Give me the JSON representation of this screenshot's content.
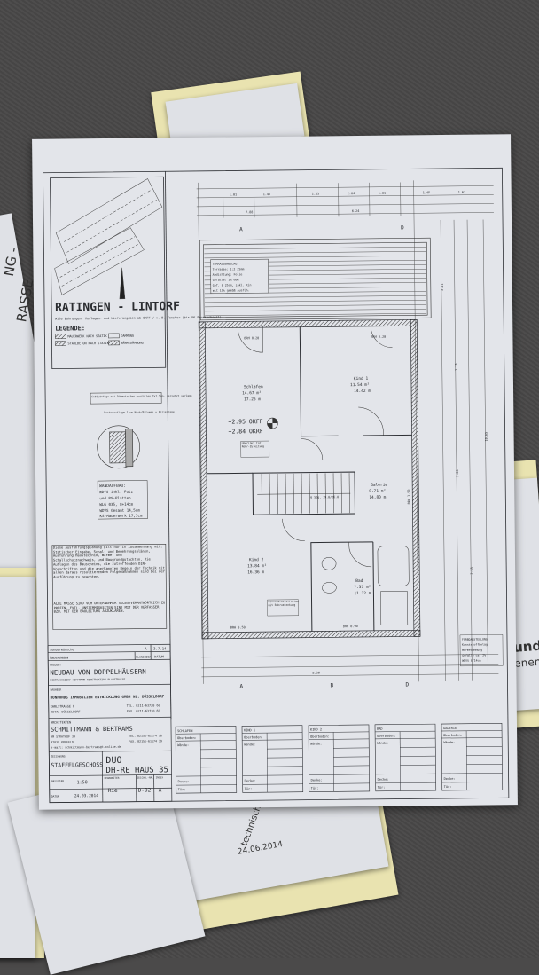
{
  "background_sheets": {
    "left_text": "NG -",
    "left_text2": "RASSE",
    "right_text": "unde",
    "right_text2": "enent",
    "bottom_text": "technische",
    "bottom_date": "24.06.2014"
  },
  "site_map": {
    "town": "RATINGEN - LINTORF",
    "note": "Alle Bohrungen, Vorlagen- und Lieferangaben ab OKFF / v. B. Fenster (bis OK Fensterbrett)",
    "legend_title": "LEGENDE:",
    "legend": [
      "MAUERWERK NACH STATIK",
      "STAHLBETON NACH STATIK",
      "DÄMMUNG",
      "WÄRMEDÄMMUNG"
    ]
  },
  "details": {
    "note_box": "Gebäudefuge mit Dämmstoffen ausfüllen 2x1,5cm, versetzt verlegt",
    "detail_label": "Deckenauflage 1 cm Kork/Bitumen + Folienlage",
    "wall_title": "WANDAUFBAU:",
    "wall_lines": [
      "WDVS inkl. Putz",
      "und PS-Platten",
      "WLG 035, 8+14cm",
      "WDVS Gesamt 14,5cm",
      "KS-Mauerwerk 17,5cm"
    ]
  },
  "notes": {
    "main": "Diese Ausführungsplanung gilt nur in Zusammenhang mit: Statischer Eingabe, Schal- und Bewehrungsplänen, Ausführung Haustechnik, Wärme- und Schallschutznachweis, und Baugrundgutachten. Die Auflagen des Bauscheins, die zutreffenden DIN-Vorschriften und die anerkannten Regeln der Technik mit allen daraus resultierenden Folgemaßnahmen sind bei der Ausführung zu beachten.",
    "disclaimer": "ALLE MASSE SIND VOM UNTERNEHMER SELBSTVERANTWORTLICH ZU PRÜFEN. EVTL. UNSTIMMIGKEITEN SIND MIT DER VERFASSER BZW. MIT DER BAULEITUNG ABZUKLÄREN."
  },
  "title_block": {
    "revision_row": "Sonderwünsche",
    "revision_index": "A",
    "revision_date": "3.7.14",
    "change_header": "ÄNDERUNGEN",
    "planindex_header": "PLANINDEX",
    "date_header": "DATUM",
    "project_label": "PROJEKT",
    "project": "NEUBAU VON DOPPELHÄUSERN",
    "project_sub": "DIETRICHSDORF-HOFFMANN-KONSTRUKTION-PLANSTRASSE",
    "client_label": "BAUHERR",
    "client": "BONFONDS IMMOBILIEN ENTWICKLUNG GMBH NL. DÜSSELDORF",
    "client_addr1": "KARLSTRASSE 6",
    "client_addr2": "40472 DÜSSELDORF",
    "client_tel": "TEL. 0211-63720 60",
    "client_fax": "FAX. 0211-63720 69",
    "architect_label": "ARCHITEKTEN",
    "architect": "SCHMITTMANN & BERTRAMS",
    "architect_addr1": "AM STRATHOF 34",
    "architect_addr2": "47839 KREFELD",
    "architect_tel": "TEL. 02151-61174 10",
    "architect_fax": "FAX. 02151-61174 39",
    "architect_email": "e-mail: schmittmann-bertrams@t-online.de",
    "drawing_label": "ZEICHNUNG",
    "drawing": "STAFFELGESCHOSS",
    "type1": "DUO",
    "type2": "DH-RE  HAUS 35",
    "scale_label": "MASSSTAB",
    "scale": "1:50",
    "drawn_label": "BEARBEITER",
    "drawn": "Rie",
    "plan_no_label": "ZEICHN.-NR.",
    "plan_no": "D-02",
    "index_label": "INDEX",
    "index": "A",
    "date_label": "DATUM",
    "date": "24.03.2014"
  },
  "plan": {
    "terrace_note": [
      "TERRASSENBELAG",
      "Terrasse: 1:2 25mm",
      "Abdichtung: Folie",
      "Gefälle: 2% ewg",
      "Gef. 8 25cm, inkl. Rin",
      "mit 15% gemäß Ausfüh."
    ],
    "level_ok": "+2.95 OKFF",
    "level_uk": "+2.84 OKRF",
    "rooms": [
      {
        "name": "Schlafen",
        "area": "14.67 m²",
        "perimeter": "17.25 m"
      },
      {
        "name": "Kind 1",
        "area": "11.54 m²",
        "perimeter": "14.42 m"
      },
      {
        "name": "Galerie",
        "area": "8.71 m²",
        "perimeter": "14.80 m"
      },
      {
        "name": "Kind 2",
        "area": "13.84 m²",
        "perimeter": "16.36 m"
      },
      {
        "name": "Bad",
        "area": "7.37 m²",
        "perimeter": "11.22 m"
      }
    ],
    "windows": [
      "BRH 0.20",
      "BRH 0.20",
      "BRH 1.50",
      "BRH 0.50",
      "BRH 0.90"
    ],
    "stair": "6 Stg. 19.0/26.0",
    "section_a": "A",
    "section_b": "B",
    "section_d": "D",
    "smoke_note": "Überlauf für Rohr-Zuleitung",
    "bath_note": "Vorwandinstallation mit Rohrumlenkung",
    "dims_top": [
      "1.01",
      "1.45",
      "2.13",
      "2.04",
      "1.01",
      "1.45",
      "1.62"
    ],
    "dims_totals": [
      "7.88",
      "6.24",
      "8.36"
    ],
    "dims_right": [
      "3.11",
      "2.15",
      "3.06",
      "2.53",
      "10.65"
    ]
  },
  "room_table": [
    {
      "title": "SCHLAFEN",
      "floor": "Oberboden:",
      "walls": "Wände:",
      "ceiling": "Decke:",
      "door": "Tür:"
    },
    {
      "title": "KIND 1",
      "floor": "Oberboden:",
      "walls": "Wände:",
      "ceiling": "Decke:",
      "door": "Tür:"
    },
    {
      "title": "KIND 2",
      "floor": "Oberboden:",
      "walls": "Wände:",
      "ceiling": "Decke:",
      "door": "Tür:"
    },
    {
      "title": "BAD",
      "floor": "Oberboden:",
      "walls": "Wände:",
      "ceiling": "Decke:",
      "door": "Tür:"
    },
    {
      "title": "GALERIE",
      "floor": "Oberboden:",
      "walls": "Wände:",
      "ceiling": "Decke:",
      "door": "Tür:"
    }
  ],
  "right_note": [
    "FARBDARSTELLUNG",
    "Kunststoffbelag",
    "Wärmedämmung",
    "Gefälle ca. 2%",
    "WDVS 8/14cm"
  ]
}
